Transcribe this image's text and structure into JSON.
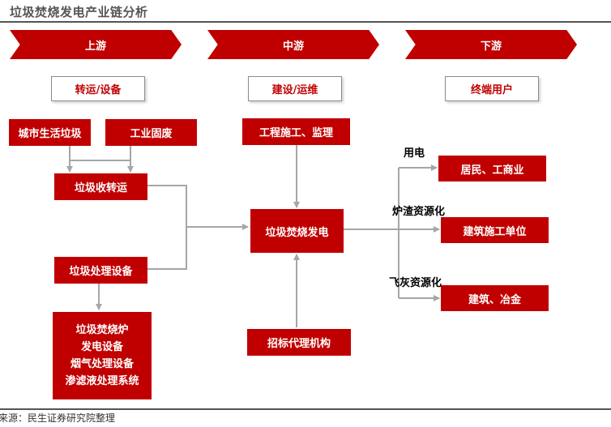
{
  "title": "垃圾焚烧发电产业链分析",
  "source": "来源：民生证券研究院整理",
  "stages": {
    "upstream": "上游",
    "midstream": "中游",
    "downstream": "下游"
  },
  "stage_boxes": {
    "upstream": "转运/设备",
    "midstream": "建设/运维",
    "downstream": "终端用户"
  },
  "nodes": {
    "municipal_waste": "城市生活垃圾",
    "industrial_waste": "工业固废",
    "waste_transfer": "垃圾收转运",
    "waste_equipment": "垃圾处理设备",
    "equipment_list": [
      "垃圾焚烧炉",
      "发电设备",
      "烟气处理设备",
      "渗滤液处理系统"
    ],
    "construction": "工程施工、监理",
    "power_generation": "垃圾焚烧发电",
    "bidding_agency": "招标代理机构",
    "residents": "居民、工商业",
    "construction_units": "建筑施工单位",
    "construction_metallurgy": "建筑、冶金"
  },
  "edge_labels": {
    "electricity": "用电",
    "slag_recycling": "炉渣资源化",
    "ash_recycling": "飞灰资源化"
  },
  "colors": {
    "accent": "#c00000",
    "connector": "#a6a6a6",
    "rule": "#555555"
  }
}
